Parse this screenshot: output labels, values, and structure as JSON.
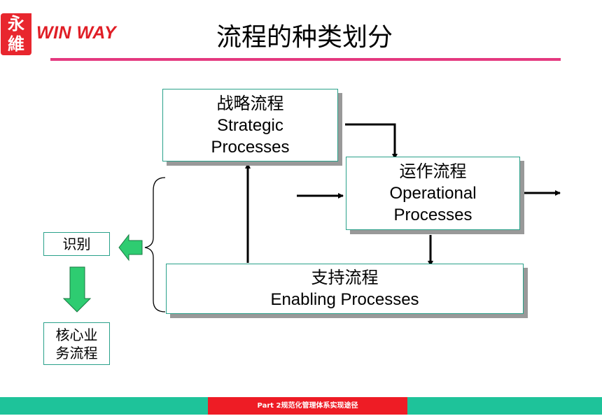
{
  "logo": {
    "seal_chars": [
      "永",
      "維"
    ],
    "text": "WIN WAY",
    "color": "#e01e26"
  },
  "title": "流程的种类划分",
  "colors": {
    "title_rule": "#e4397f",
    "box_border": "#2aa18a",
    "box_shadow": "#999999",
    "green_arrow_fill": "#2ecc71",
    "footer_band": "#1ec39a",
    "footer_label_bg": "#ee1c25"
  },
  "boxes": {
    "strategic": {
      "cn": "战略流程",
      "en_line1": "Strategic",
      "en_line2": "Processes"
    },
    "operational": {
      "cn": "运作流程",
      "en_line1": "Operational",
      "en_line2": "Processes"
    },
    "enabling": {
      "cn": "支持流程",
      "en": "Enabling Processes"
    },
    "identify": {
      "text": "识别"
    },
    "core": {
      "line1": "核心业",
      "line2": "务流程"
    }
  },
  "footer": {
    "text": "Part 2规范化管理体系实现途径"
  }
}
